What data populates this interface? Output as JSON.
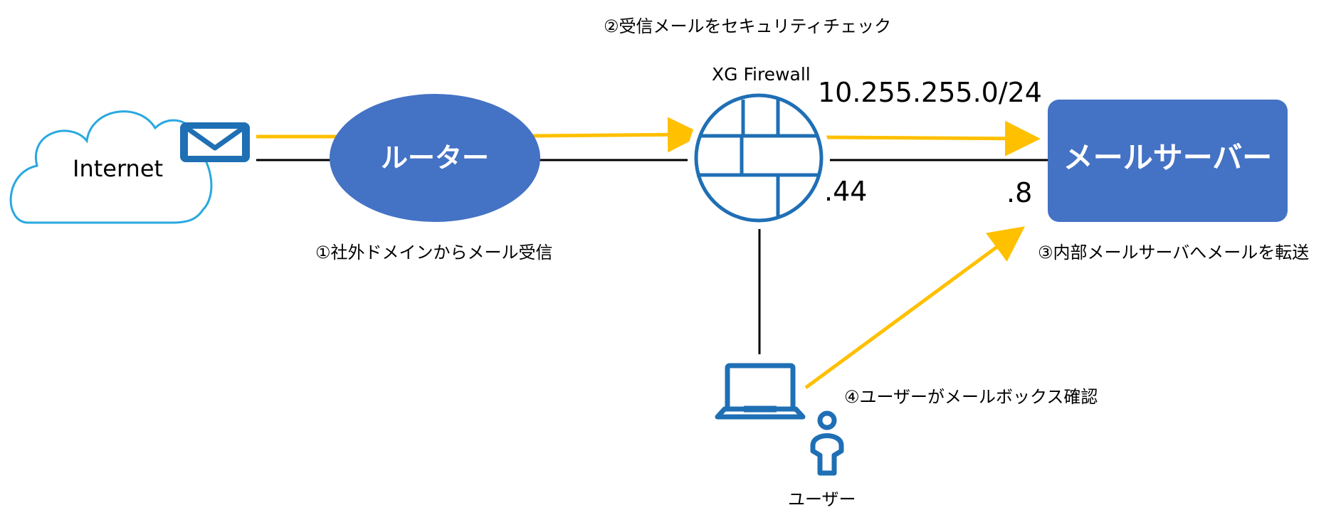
{
  "colors": {
    "node_fill": "#4472C4",
    "arrow": "#FFC000",
    "icon_blue": "#1F6FB5",
    "cloud": "#29A8E0",
    "line": "#000000"
  },
  "icons": {
    "cloud": "cloud-icon",
    "mail": "envelope-icon",
    "firewall": "firewall-icon",
    "laptop": "laptop-icon",
    "user": "person-icon"
  },
  "nodes": {
    "internet": "Internet",
    "router": "ルーター",
    "firewall": "XG Firewall",
    "mail_server": "メールサーバー",
    "user": "ユーザー"
  },
  "network": {
    "subnet": "10.255.255.0/24",
    "firewall_ip": ".44",
    "server_ip": ".8"
  },
  "steps": {
    "step1": "①社外ドメインからメール受信",
    "step2": "②受信メールをセキュリティチェック",
    "step3": "③内部メールサーバへメールを転送",
    "step4": "④ユーザーがメールボックス確認"
  }
}
